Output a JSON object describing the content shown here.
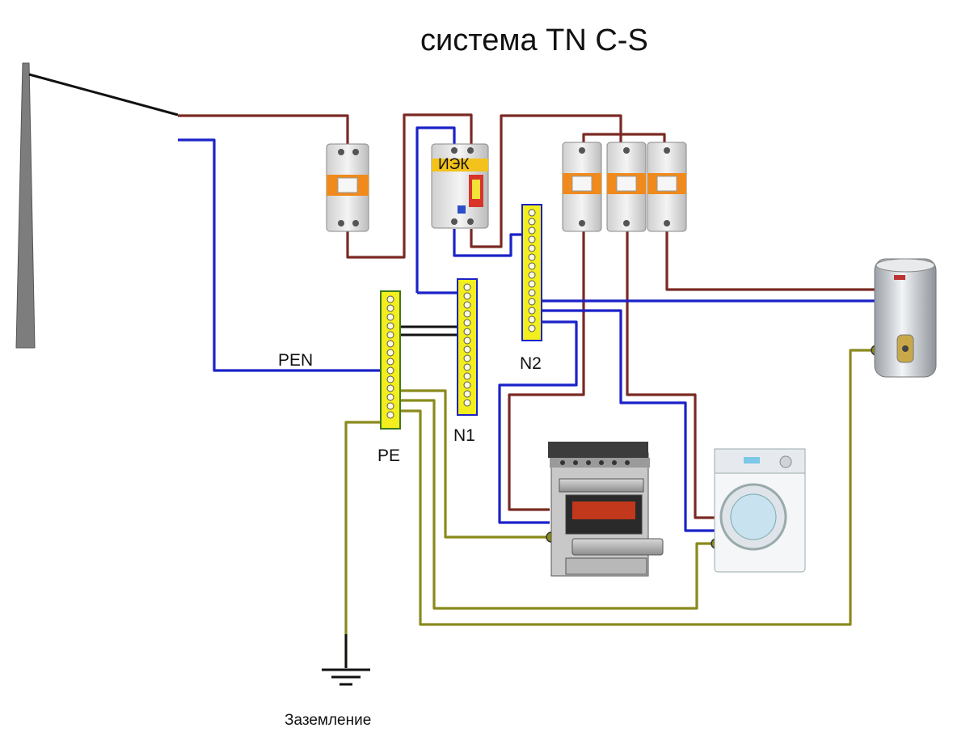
{
  "title": "система TN C-S",
  "labels": {
    "pen": "PEN",
    "pe": "PE",
    "n1": "N1",
    "n2": "N2",
    "grounding": "Заземление"
  },
  "device_labels": {
    "rcd_brand": "ИЭК"
  },
  "colors": {
    "phase": "#7a2a24",
    "neutral": "#1b22c8",
    "earth": "#8a8a1c",
    "busbar": "#f3ee1e",
    "breaker_accent": "#f08a1c"
  },
  "icons": {
    "pole": "utility-pole-icon",
    "breaker": "circuit-breaker-icon",
    "rcd": "rcd-switch-icon",
    "stove": "gas-stove-icon",
    "washer": "washing-machine-icon",
    "boiler": "water-heater-icon",
    "ground": "ground-symbol-icon"
  }
}
